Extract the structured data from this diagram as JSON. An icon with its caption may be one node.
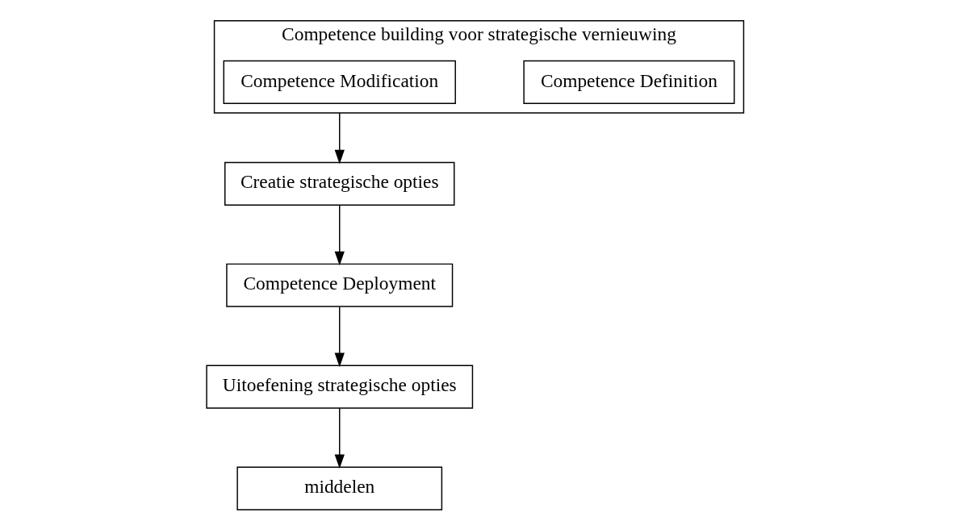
{
  "diagram": {
    "nodes": [
      {
        "text": [
          "Competence building voor strategische vernieuwing"
        ]
      },
      {
        "text": [
          "Competence Definition"
        ],
        "in": 0
      },
      {
        "text": [
          "Competence Modification"
        ],
        "in": 0
      },
      {
        "text": [
          "middelen"
        ]
      },
      {
        "text": [
          "Creatie strategische opties"
        ]
      },
      {
        "text": [
          "Uitoefening strategische opties"
        ]
      },
      {
        "text": [
          "Competence Deployment"
        ]
      }
    ],
    "edges": [
      {
        "from": 0,
        "to": 4,
        "arrow": "to"
      },
      {
        "from": 4,
        "to": 6,
        "arrow": "to"
      },
      {
        "from": 6,
        "to": 5,
        "arrow": "to"
      },
      {
        "from": 5,
        "to": 3,
        "arrow": "to"
      }
    ]
  }
}
